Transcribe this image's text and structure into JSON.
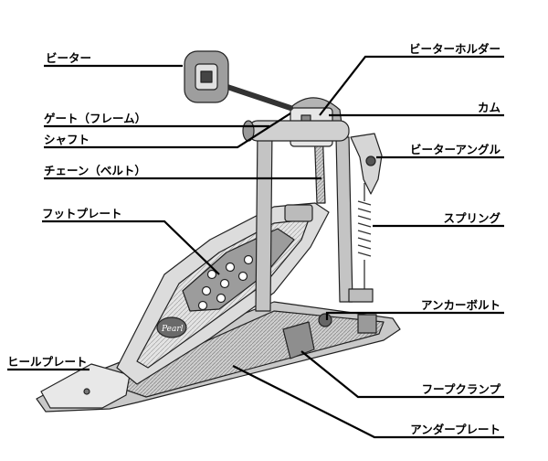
{
  "labels": {
    "beater": "ビーター",
    "gate_frame": "ゲート（フレーム）",
    "shaft": "シャフト",
    "chain_belt": "チェーン（ベルト）",
    "footplate": "フットプレート",
    "heelplate": "ヒールプレート",
    "beater_holder": "ビーターホルダー",
    "cam": "カム",
    "beater_angle": "ビーターアングル",
    "spring": "スプリング",
    "anchor_bolt": "アンカーボルト",
    "hoop_clamp": "フープクランプ",
    "under_plate": "アンダープレート"
  },
  "logo_text": "Pearl",
  "colors": {
    "ink": "#000000",
    "metal": "#d9d9d9",
    "shade": "#9a9a9a",
    "dark": "#4a4a4a",
    "background": "#ffffff"
  }
}
